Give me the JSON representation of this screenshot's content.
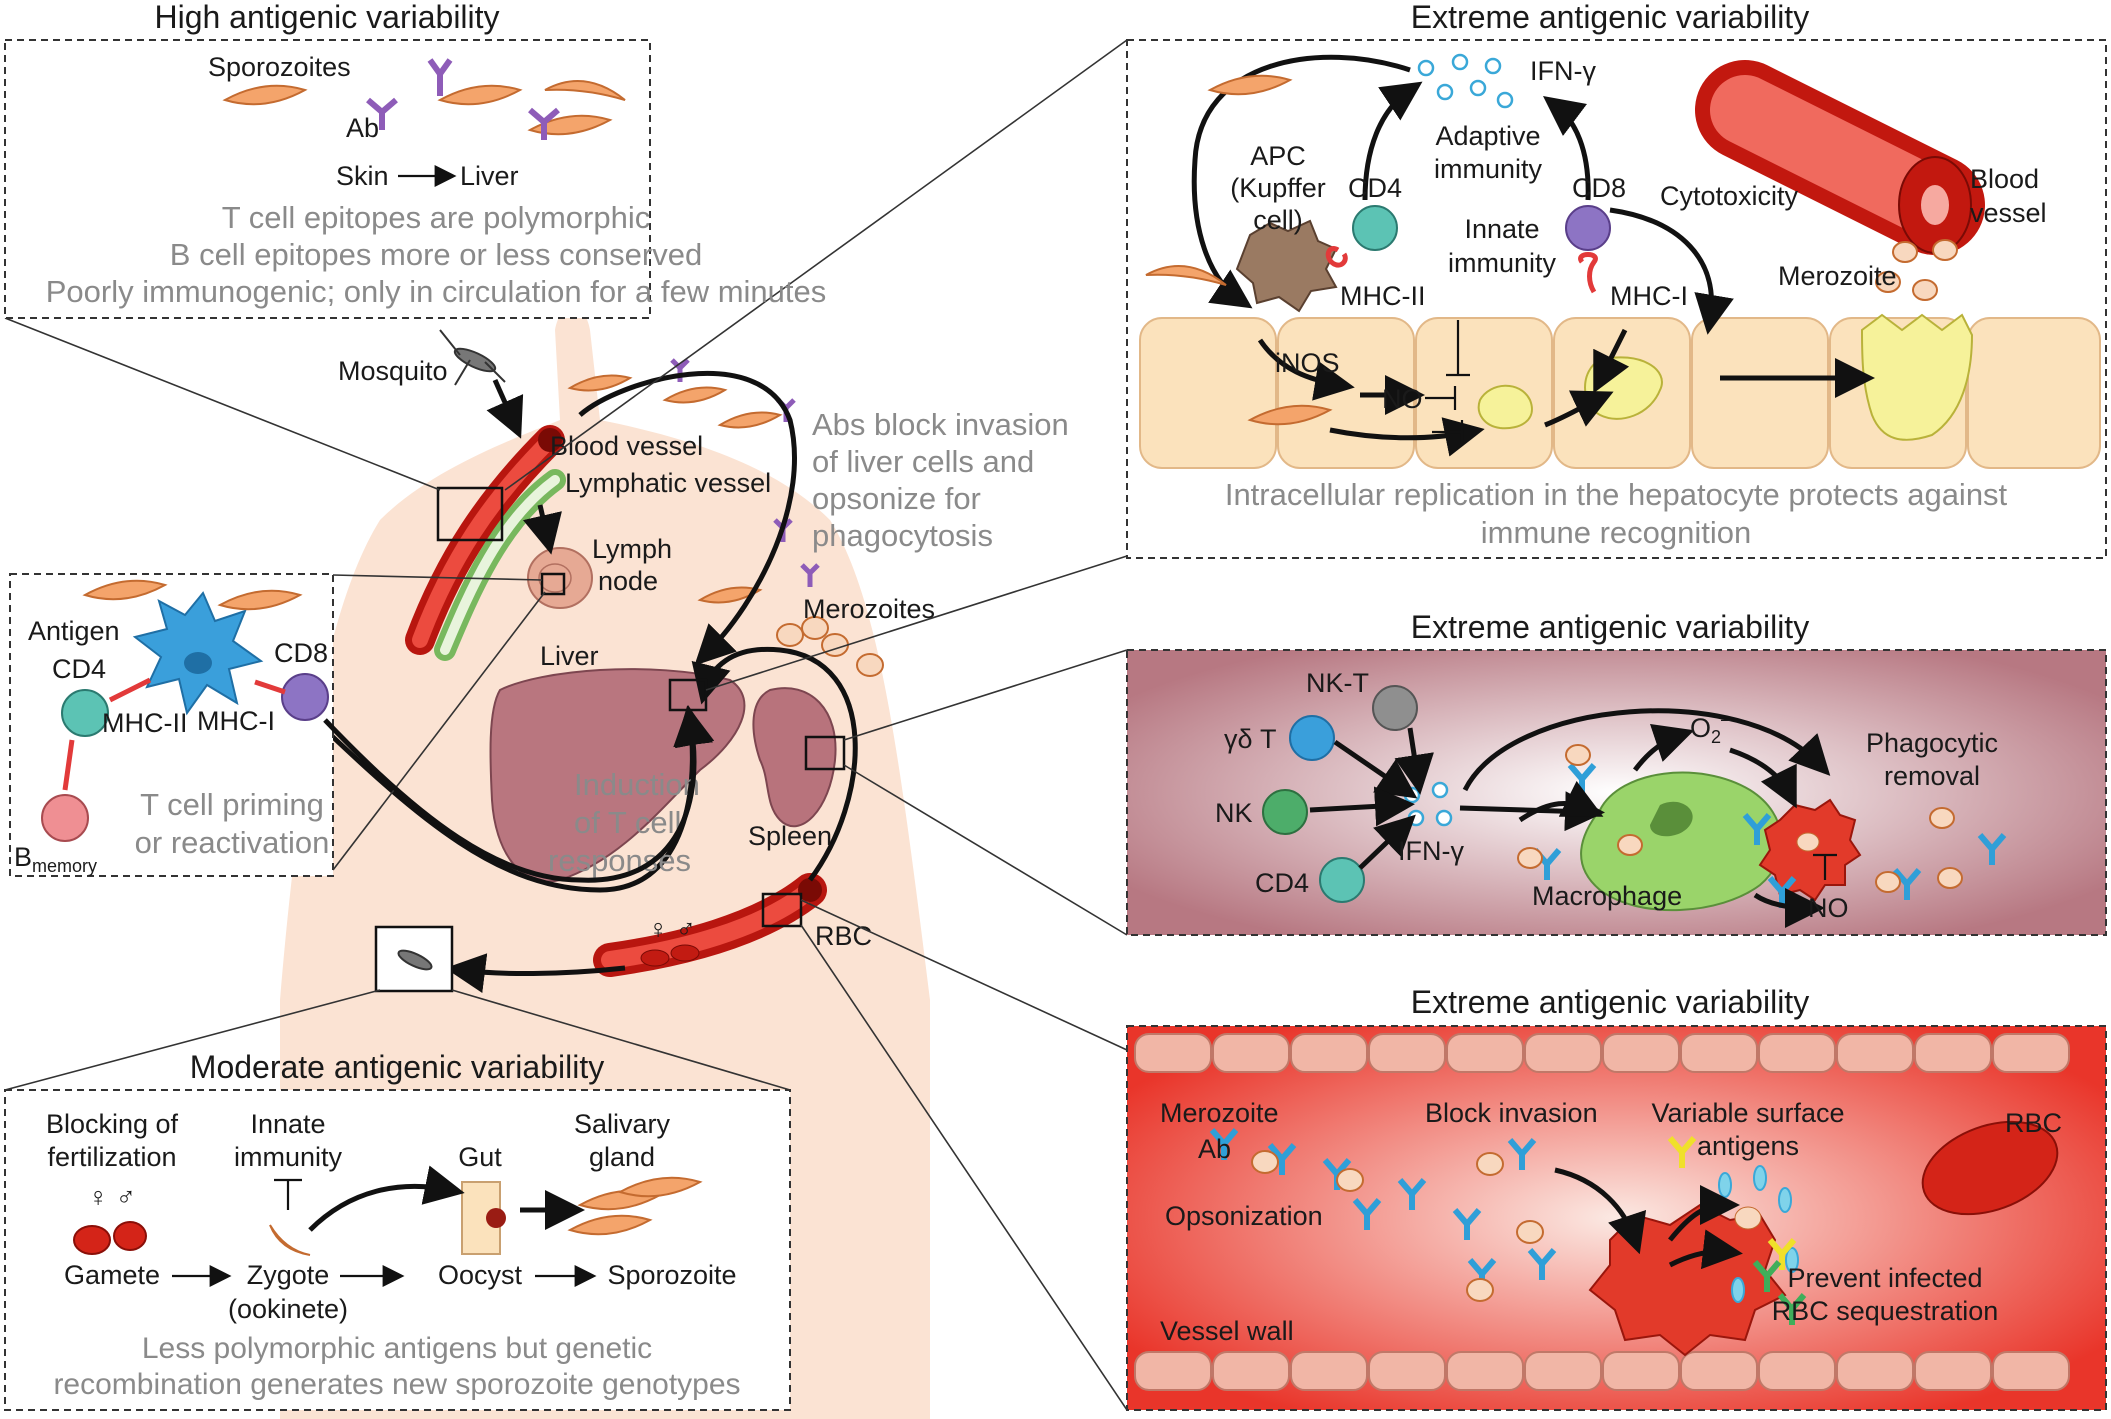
{
  "panels": {
    "skin": {
      "title": "High antigenic variability",
      "sporozoites": "Sporozoites",
      "ab": "Ab",
      "skin": "Skin",
      "liver": "Liver",
      "notes": [
        "T cell epitopes are polymorphic",
        "B cell epitopes more or less conserved",
        "Poorly immunogenic; only in circulation for a few minutes"
      ]
    },
    "liver": {
      "title": "Extreme antigenic variability",
      "ifn": "IFN-γ",
      "adaptive": [
        "Adaptive",
        "immunity"
      ],
      "apc": [
        "APC",
        "(Kupffer",
        "cell)"
      ],
      "cd4": "CD4",
      "cd8": "CD8",
      "cytotoxicity": "Cytotoxicity",
      "blood_vessel": [
        "Blood",
        "vessel"
      ],
      "innate": [
        "Innate",
        "immunity"
      ],
      "mhc2": "MHC-II",
      "mhc1": "MHC-I",
      "merozoite": "Merozoite",
      "inos": "iNOS",
      "no": "NO",
      "notes": [
        "Intracellular replication in the hepatocyte protects against",
        "immune recognition"
      ]
    },
    "spleen": {
      "title": "Extreme antigenic variability",
      "nkt": "NK-T",
      "gdt": "γδ T",
      "nk": "NK",
      "cd4": "CD4",
      "ifn": "IFN-γ",
      "o2": "O",
      "o2_sub": "2",
      "o2_sup": "–",
      "macrophage": "Macrophage",
      "no": "NO",
      "phagocytic": [
        "Phagocytic",
        "removal"
      ]
    },
    "blood": {
      "title": "Extreme antigenic variability",
      "merozoite": "Merozoite",
      "ab": "Ab",
      "opsonization": "Opsonization",
      "block": "Block invasion",
      "variable": [
        "Variable surface",
        "antigens"
      ],
      "rbc": "RBC",
      "prevent": [
        "Prevent infected",
        "RBC sequestration"
      ],
      "wall": "Vessel wall"
    },
    "lymph": {
      "antigen": "Antigen",
      "cd4": "CD4",
      "cd8": "CD8",
      "mhc2": "MHC-II",
      "mhc1": "MHC-I",
      "b": "B",
      "b_sub": "memory",
      "notes": [
        "T cell priming",
        "or reactivation"
      ]
    },
    "mosquito": {
      "title": "Moderate antigenic variability",
      "blocking": [
        "Blocking of",
        "fertilization"
      ],
      "innate": [
        "Innate",
        "immunity"
      ],
      "gut": "Gut",
      "salivary": [
        "Salivary",
        "gland"
      ],
      "sex": "♀ ♂",
      "stages": [
        "Gamete",
        "Zygote",
        "Oocyst",
        "Sporozoite"
      ],
      "ookinete": "(ookinete)",
      "notes": [
        "Less polymorphic antigens but genetic",
        "recombination generates new sporozoite genotypes"
      ]
    }
  },
  "body": {
    "mosquito": "Mosquito",
    "blood_vessel": "Blood vessel",
    "lymphatic": "Lymphatic vessel",
    "lymph_node": [
      "Lymph",
      "node"
    ],
    "abs_block": [
      "Abs block invasion",
      "of liver cells and",
      "opsonize for",
      "phagocytosis"
    ],
    "merozoites": "Merozoites",
    "liver": "Liver",
    "induction": [
      "Induction",
      "of T cell",
      "responses"
    ],
    "spleen": "Spleen",
    "rbc": "RBC",
    "sex": "♀ ♂"
  },
  "colors": {
    "skin_body": "#fbe3d3",
    "blood": "#d8241c",
    "cd4": "#5cc3b4",
    "cd8": "#8d74c4",
    "antibody": "#2f9fd8",
    "macrophage": "#9ad46a",
    "hepatocyte": "#fbe2bc",
    "parasite": "#f4a46b"
  }
}
